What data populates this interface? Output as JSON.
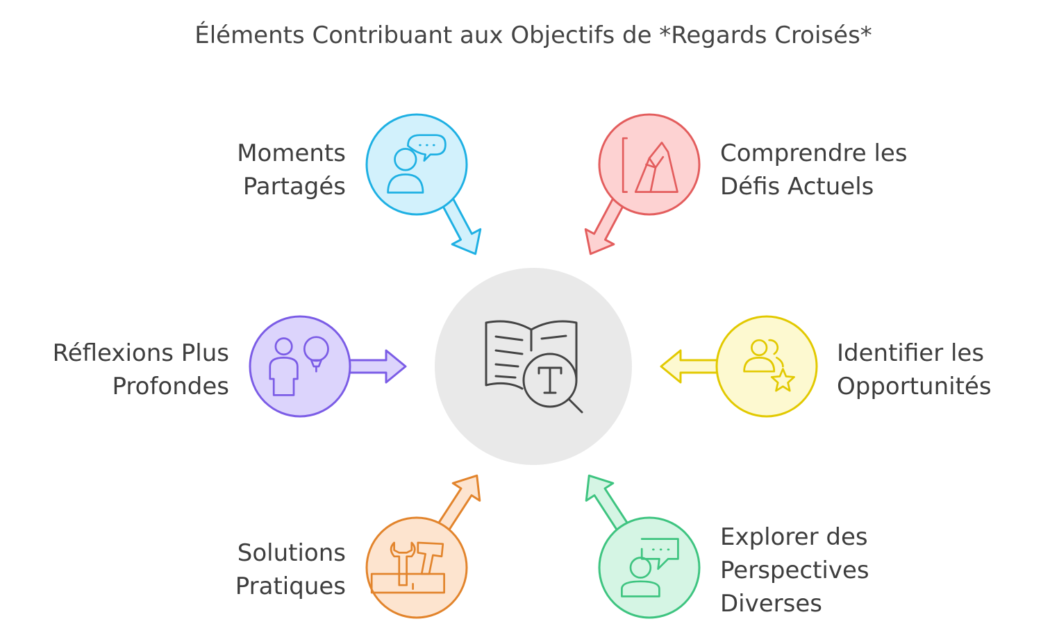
{
  "title": "Éléments Contribuant aux Objectifs de *Regards Croisés*",
  "center": {
    "icon": "book-search-icon"
  },
  "nodes": [
    {
      "id": "moments",
      "lines": [
        "Moments",
        "Partagés"
      ],
      "icon": "person-chat-icon",
      "fill": "#d2f1fc",
      "stroke": "#1eb0e3"
    },
    {
      "id": "defis",
      "lines": [
        "Comprendre les",
        "Défis Actuels"
      ],
      "icon": "mountain-icon",
      "fill": "#fdd2d2",
      "stroke": "#e35d5d"
    },
    {
      "id": "reflexions",
      "lines": [
        "Réflexions Plus",
        "Profondes"
      ],
      "icon": "person-idea-icon",
      "fill": "#dcd4fc",
      "stroke": "#7b5ce6"
    },
    {
      "id": "opportunites",
      "lines": [
        "Identifier les",
        "Opportunités"
      ],
      "icon": "users-star-icon",
      "fill": "#fdf9d0",
      "stroke": "#e2c900"
    },
    {
      "id": "solutions",
      "lines": [
        "Solutions",
        "Pratiques"
      ],
      "icon": "toolbox-icon",
      "fill": "#fde4cf",
      "stroke": "#e2842c"
    },
    {
      "id": "perspectives",
      "lines": [
        "Explorer des",
        "Perspectives",
        "Diverses"
      ],
      "icon": "person-comment-icon",
      "fill": "#d5f5e4",
      "stroke": "#3ec480"
    }
  ]
}
